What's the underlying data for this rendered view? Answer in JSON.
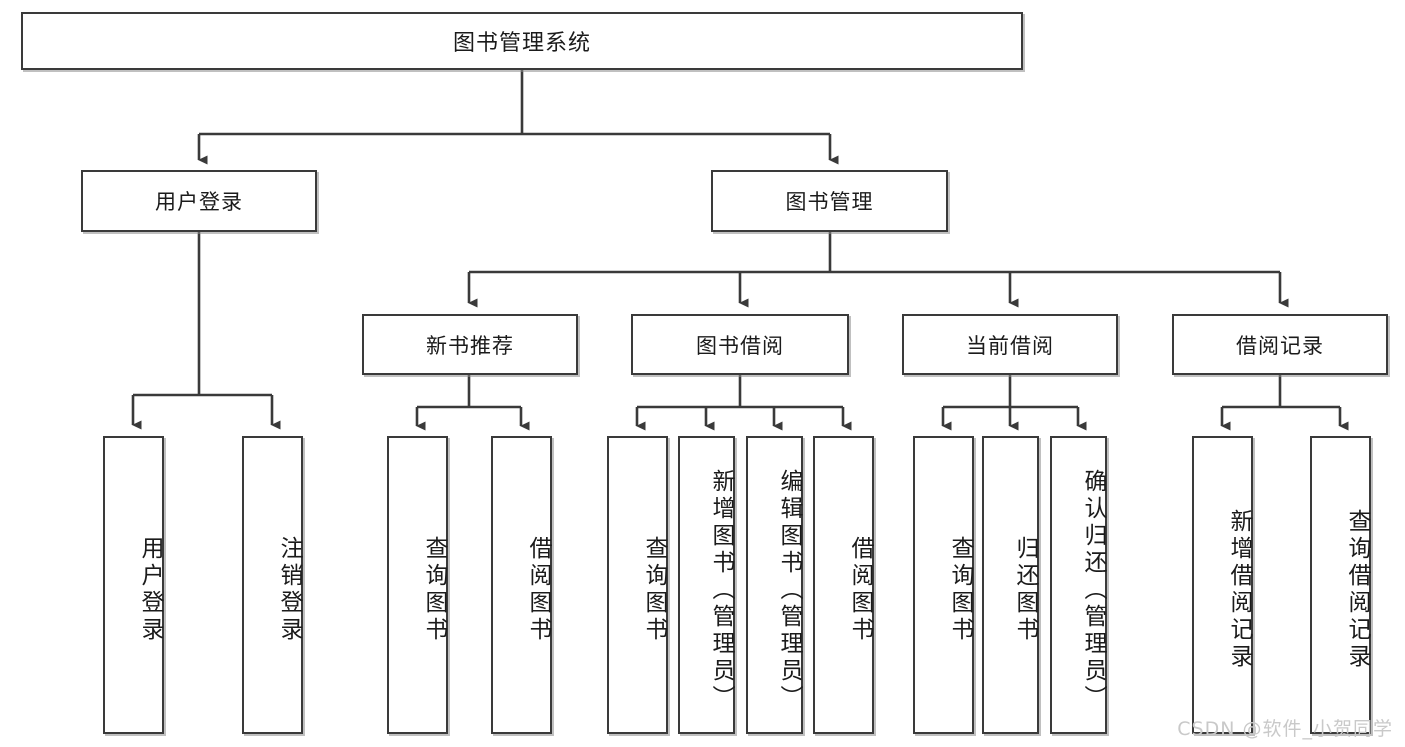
{
  "diagram": {
    "title": "图书管理系统",
    "type": "hierarchy-tree",
    "watermark": "CSDN @软件_小贺同学",
    "colors": {
      "box_border": "#3a3a3a",
      "box_fill": "#ffffff",
      "line": "#3a3a3a",
      "text": "#1b1b1b",
      "watermark": "#c9c9c9"
    },
    "nodes": {
      "root": {
        "label": "图书管理系统",
        "level": 0
      },
      "l1": [
        {
          "id": "user_login",
          "label": "用户登录",
          "level": 1
        },
        {
          "id": "book_manage",
          "label": "图书管理",
          "level": 1
        }
      ],
      "l2": [
        {
          "id": "new_book_rec",
          "label": "新书推荐",
          "level": 2,
          "parent": "book_manage"
        },
        {
          "id": "book_borrow",
          "label": "图书借阅",
          "level": 2,
          "parent": "book_manage"
        },
        {
          "id": "current_borrow",
          "label": "当前借阅",
          "level": 2,
          "parent": "book_manage"
        },
        {
          "id": "borrow_record",
          "label": "借阅记录",
          "level": 2,
          "parent": "book_manage"
        }
      ],
      "leaves": [
        {
          "id": "leaf_user_login",
          "label": "用户登录",
          "parent": "user_login"
        },
        {
          "id": "leaf_logout",
          "label": "注销登录",
          "parent": "user_login"
        },
        {
          "id": "leaf_rec_query",
          "label": "查询图书",
          "parent": "new_book_rec"
        },
        {
          "id": "leaf_rec_borrow",
          "label": "借阅图书",
          "parent": "new_book_rec"
        },
        {
          "id": "leaf_borrow_query",
          "label": "查询图书",
          "parent": "book_borrow"
        },
        {
          "id": "leaf_borrow_add",
          "label": "新增图书（管理员）",
          "parent": "book_borrow"
        },
        {
          "id": "leaf_borrow_edit",
          "label": "编辑图书（管理员）",
          "parent": "book_borrow"
        },
        {
          "id": "leaf_borrow_lend",
          "label": "借阅图书",
          "parent": "book_borrow"
        },
        {
          "id": "leaf_cur_query",
          "label": "查询图书",
          "parent": "current_borrow"
        },
        {
          "id": "leaf_cur_return",
          "label": "归还图书",
          "parent": "current_borrow"
        },
        {
          "id": "leaf_cur_confirm",
          "label": "确认归还（管理员）",
          "parent": "current_borrow"
        },
        {
          "id": "leaf_rec_add",
          "label": "新增借阅记录",
          "parent": "borrow_record"
        },
        {
          "id": "leaf_rec_query_rec",
          "label": "查询借阅记录",
          "parent": "borrow_record"
        }
      ]
    }
  }
}
